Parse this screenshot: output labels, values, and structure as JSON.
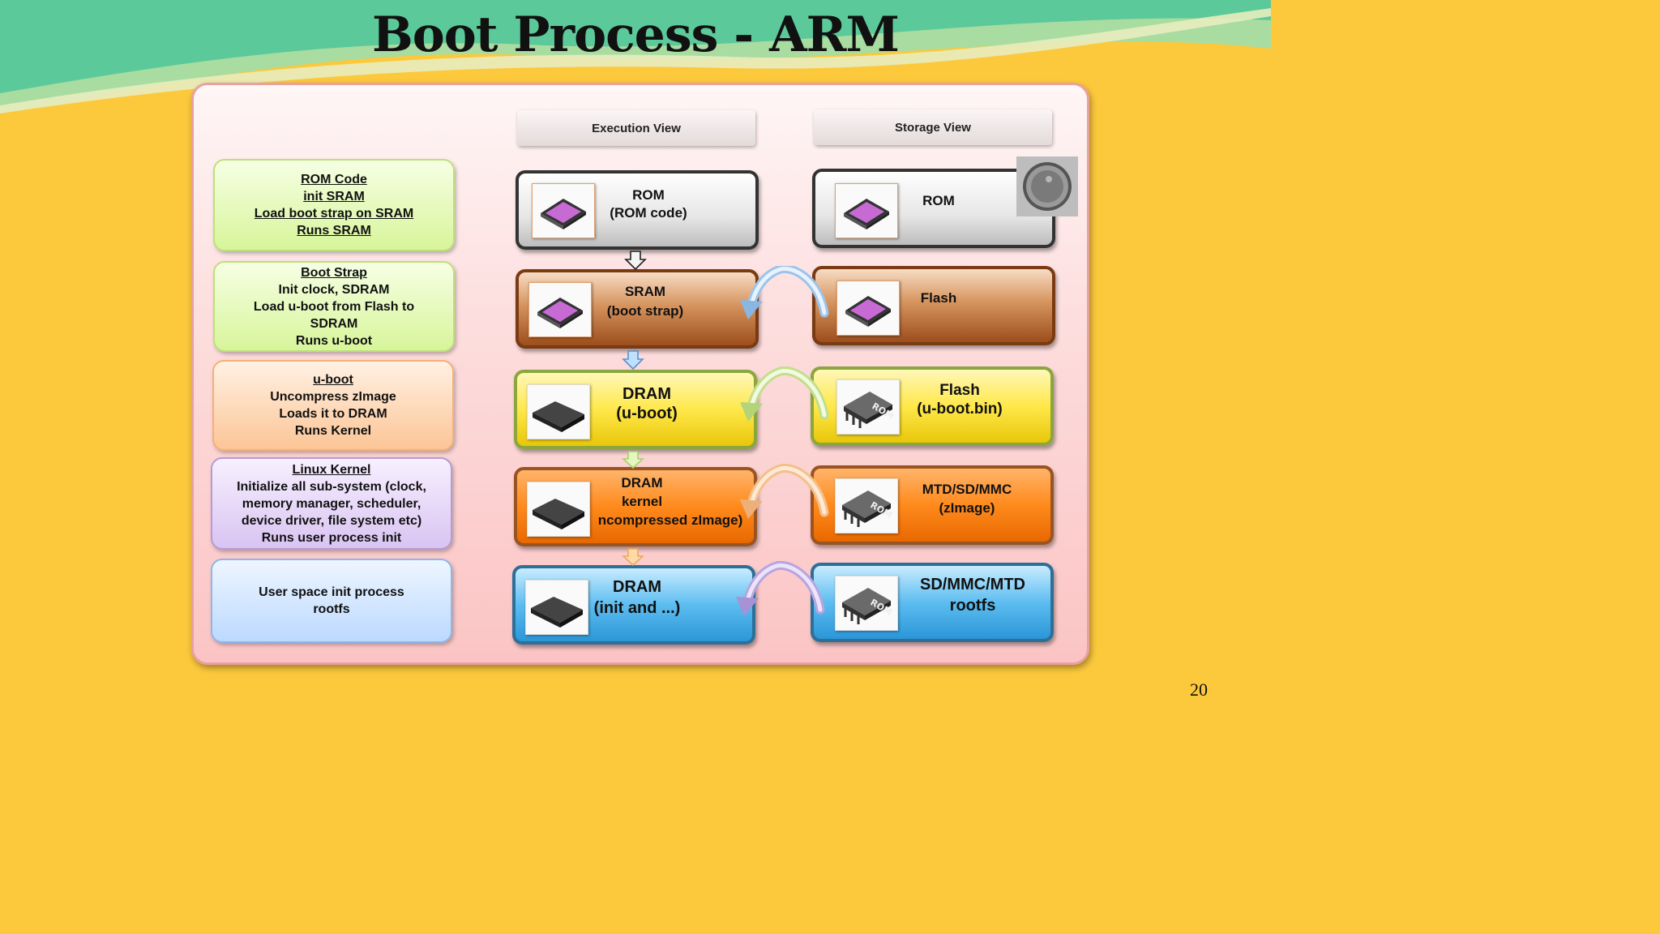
{
  "title": "Boot Process - ARM",
  "page_number": "20",
  "headers": {
    "execution": "Execution View",
    "storage": "Storage View"
  },
  "descriptions": [
    {
      "lines": [
        {
          "text": "ROM Code",
          "u": true
        },
        {
          "text": "init SRAM",
          "u": true
        },
        {
          "text": "Load boot strap on SRAM",
          "u": true
        },
        {
          "text": "Runs SRAM",
          "u": true
        }
      ]
    },
    {
      "lines": [
        {
          "text": "Boot Strap",
          "u": true
        },
        {
          "text": "Init clock, SDRAM",
          "u": false
        },
        {
          "text": "Load u-boot from Flash to",
          "u": false
        },
        {
          "text": "SDRAM",
          "u": false
        },
        {
          "text": "Runs u-boot",
          "u": false
        }
      ]
    },
    {
      "lines": [
        {
          "text": "u-boot",
          "u": true
        },
        {
          "text": "Uncompress zImage",
          "u": false
        },
        {
          "text": "Loads it to DRAM",
          "u": false
        },
        {
          "text": "Runs Kernel",
          "u": false
        }
      ]
    },
    {
      "lines": [
        {
          "text": "Linux Kernel",
          "u": true
        },
        {
          "text": "Initialize all sub-system (clock,",
          "u": false
        },
        {
          "text": "memory manager, scheduler,",
          "u": false
        },
        {
          "text": "device driver, file system etc)",
          "u": false
        },
        {
          "text": "Runs user process init",
          "u": false
        }
      ]
    },
    {
      "lines": [
        {
          "text": "User space init process",
          "u": false
        },
        {
          "text": "rootfs",
          "u": false
        }
      ]
    }
  ],
  "execution": [
    {
      "line1": "ROM",
      "line2": "(ROM code)"
    },
    {
      "line1": "SRAM",
      "line2": "(boot strap)"
    },
    {
      "line1": "DRAM",
      "line2": "(u-boot)"
    },
    {
      "line1": "DRAM",
      "line2": "kernel",
      "line3": "ncompressed zImage)"
    },
    {
      "line1": "DRAM",
      "line2": "(init and ...)"
    }
  ],
  "storage": [
    {
      "line1": "ROM"
    },
    {
      "line1": "Flash"
    },
    {
      "line1": "Flash",
      "line2": "(u-boot.bin)"
    },
    {
      "line1": "MTD/SD/MMC",
      "line2": "(zImage)"
    },
    {
      "line1": "SD/MMC/MTD",
      "line2": "rootfs"
    }
  ],
  "chip_label": "ROM",
  "colors": {
    "background": "#fcc83c",
    "wave_green": "#5cc99a",
    "wave_light": "#d8e8a8"
  }
}
